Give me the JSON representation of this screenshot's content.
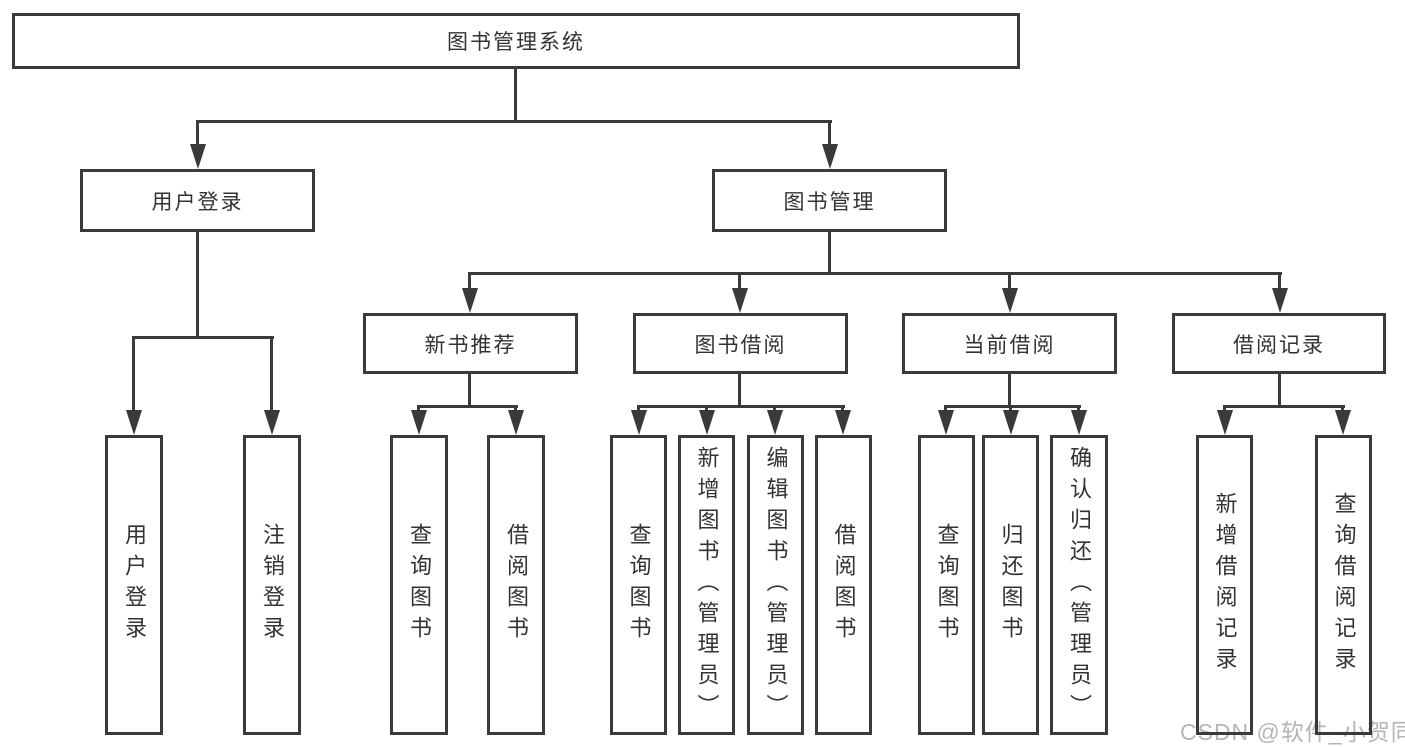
{
  "nodes": {
    "root": "图书管理系统",
    "level2": [
      "用户登录",
      "图书管理"
    ],
    "level3": [
      "新书推荐",
      "图书借阅",
      "当前借阅",
      "借阅记录"
    ],
    "leaves": {
      "user_login": [
        "用户登录",
        "注销登录"
      ],
      "new_book": [
        "查询图书",
        "借阅图书"
      ],
      "borrow": [
        "查询图书",
        "新增图书（管理员）",
        "编辑图书（管理员）",
        "借阅图书"
      ],
      "current": [
        "查询图书",
        "归还图书",
        "确认归还（管理员）"
      ],
      "records": [
        "新增借阅记录",
        "查询借阅记录"
      ]
    }
  },
  "watermark": "CSDN @软件_小贺同学",
  "colors": {
    "line": "#3a3a3a",
    "text": "#333333",
    "watermark": "#b5b5b5",
    "background": "#ffffff"
  }
}
